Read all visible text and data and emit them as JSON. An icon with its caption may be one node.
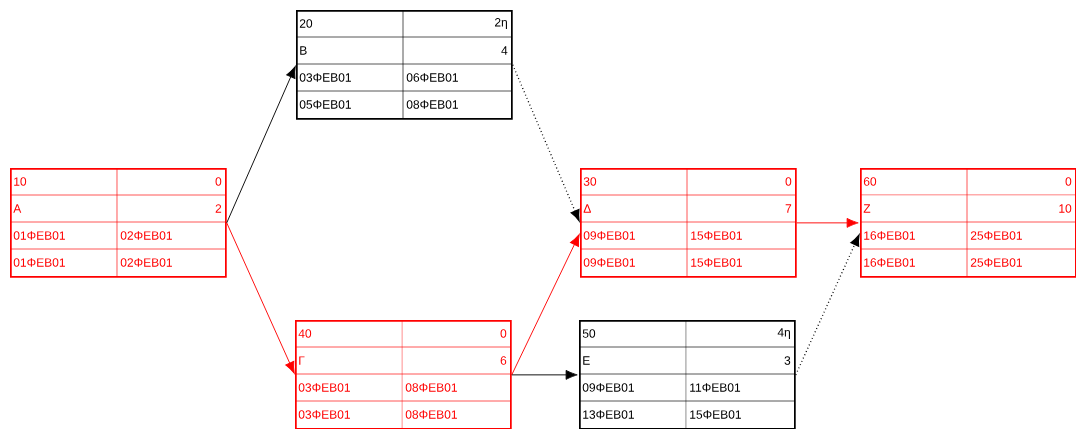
{
  "diagram": {
    "nodes": [
      {
        "text": [
          "10",
          "0",
          "A",
          "2",
          "01ΦΕΒ01",
          "02ΦΕΒ01",
          "01ΦΕΒ01",
          "02ΦΕΒ01"
        ]
      },
      {
        "text": [
          "20",
          "2η",
          "Β",
          "4",
          "03ΦΕΒ01",
          "06ΦΕΒ01",
          "05ΦΕΒ01",
          "08ΦΕΒ01"
        ]
      },
      {
        "text": [
          "40",
          "0",
          "Γ",
          "6",
          "03ΦΕΒ01",
          "08ΦΕΒ01",
          "03ΦΕΒ01",
          "08ΦΕΒ01"
        ]
      },
      {
        "text": [
          "30",
          "0",
          "Δ",
          "7",
          "09ΦΕΒ01",
          "15ΦΕΒ01",
          "09ΦΕΒ01",
          "15ΦΕΒ01"
        ]
      },
      {
        "text": [
          "50",
          "4η",
          "Ε",
          "3",
          "09ΦΕΒ01",
          "11ΦΕΒ01",
          "13ΦΕΒ01",
          "15ΦΕΒ01"
        ]
      },
      {
        "text": [
          "60",
          "0",
          "Ζ",
          "10",
          "16ΦΕΒ01",
          "25ΦΕΒ01",
          "16ΦΕΒ01",
          "25ΦΕΒ01"
        ]
      }
    ],
    "edges": [
      {
        "from": 0,
        "to": 1,
        "arrow": "to"
      },
      {
        "from": 0,
        "to": 2,
        "arrow": "to",
        "color": "#ff0000"
      },
      {
        "from": 1,
        "to": 3,
        "arrow": "to",
        "style": "dashed"
      },
      {
        "from": 2,
        "to": 3,
        "arrow": "to",
        "color": "#ff0000"
      },
      {
        "from": 2,
        "to": 4,
        "arrow": "to"
      },
      {
        "from": 3,
        "to": 5,
        "arrow": "to",
        "color": "#ff0000"
      },
      {
        "from": 4,
        "to": 5,
        "arrow": "to",
        "style": "dashed"
      }
    ]
  }
}
